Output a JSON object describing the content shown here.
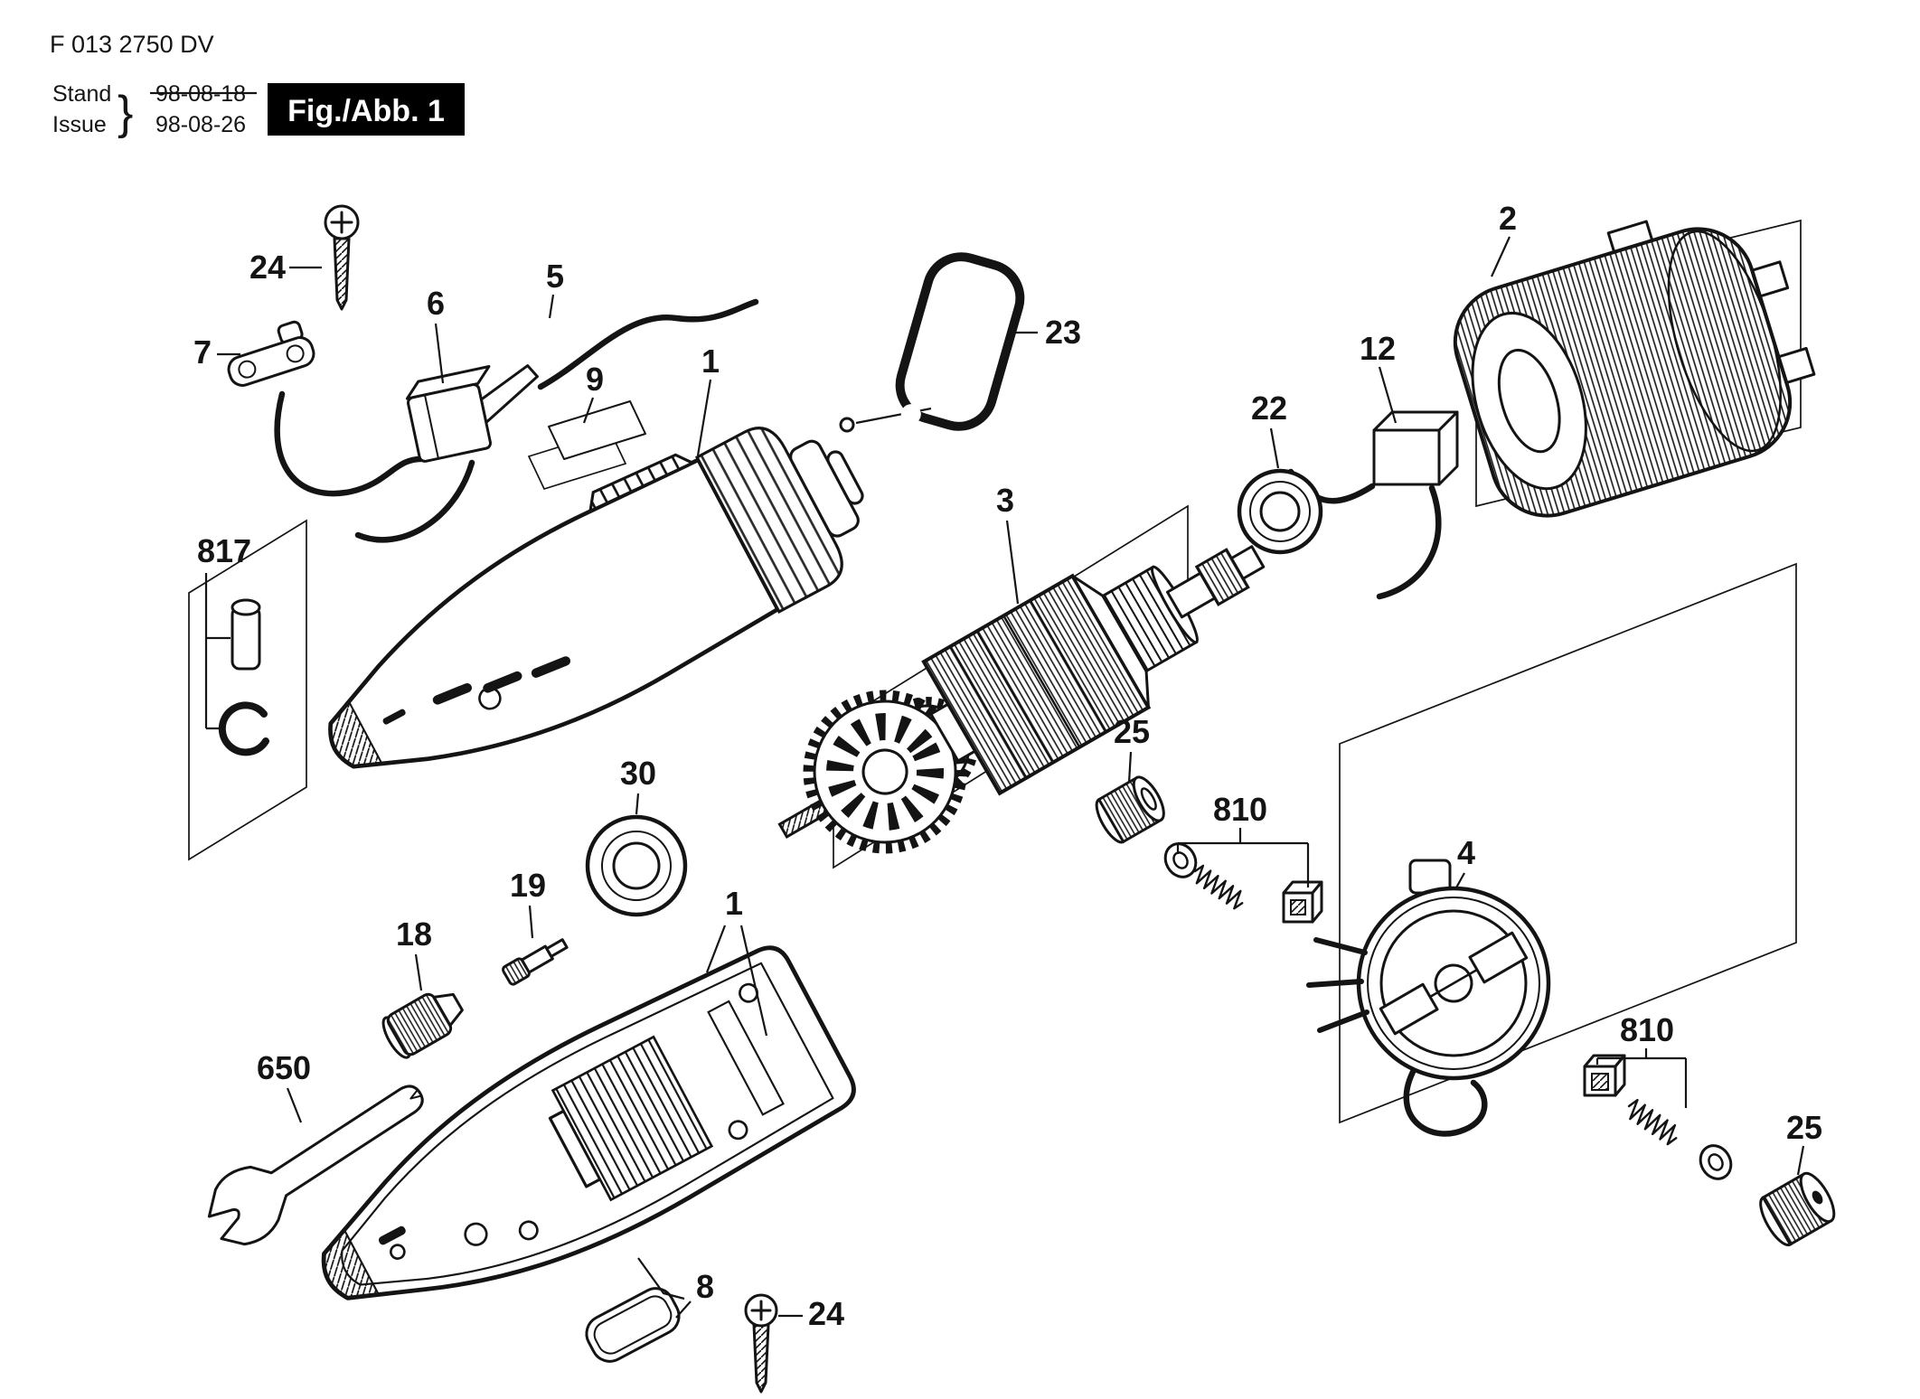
{
  "header": {
    "part_number": "F 013 2750 DV",
    "stand_label": "Stand",
    "stand_date": "98-08-18",
    "issue_label": "Issue",
    "issue_date": "98-08-26",
    "brace": "}",
    "figure_label": "Fig./Abb. 1"
  },
  "callouts": {
    "screw_top": "24",
    "cord_clamp": "7",
    "cord_guard": "6",
    "power_cord": "5",
    "nameplate": "9",
    "housing_upper": "1",
    "hanger_bail": "23",
    "field_coil": "2",
    "suppressor": "12",
    "bearing_rear": "22",
    "armature": "3",
    "bearing_set": "817",
    "bearing_front": "30",
    "lock_pin": "19",
    "collet_nut": "18",
    "wrench": "650",
    "housing_lower": "1",
    "gasket": "8",
    "screw_bottom": "24",
    "brush_cap_left": "25",
    "brush_left": "810",
    "end_frame": "4",
    "brush_right": "810",
    "brush_cap_right": "25"
  }
}
